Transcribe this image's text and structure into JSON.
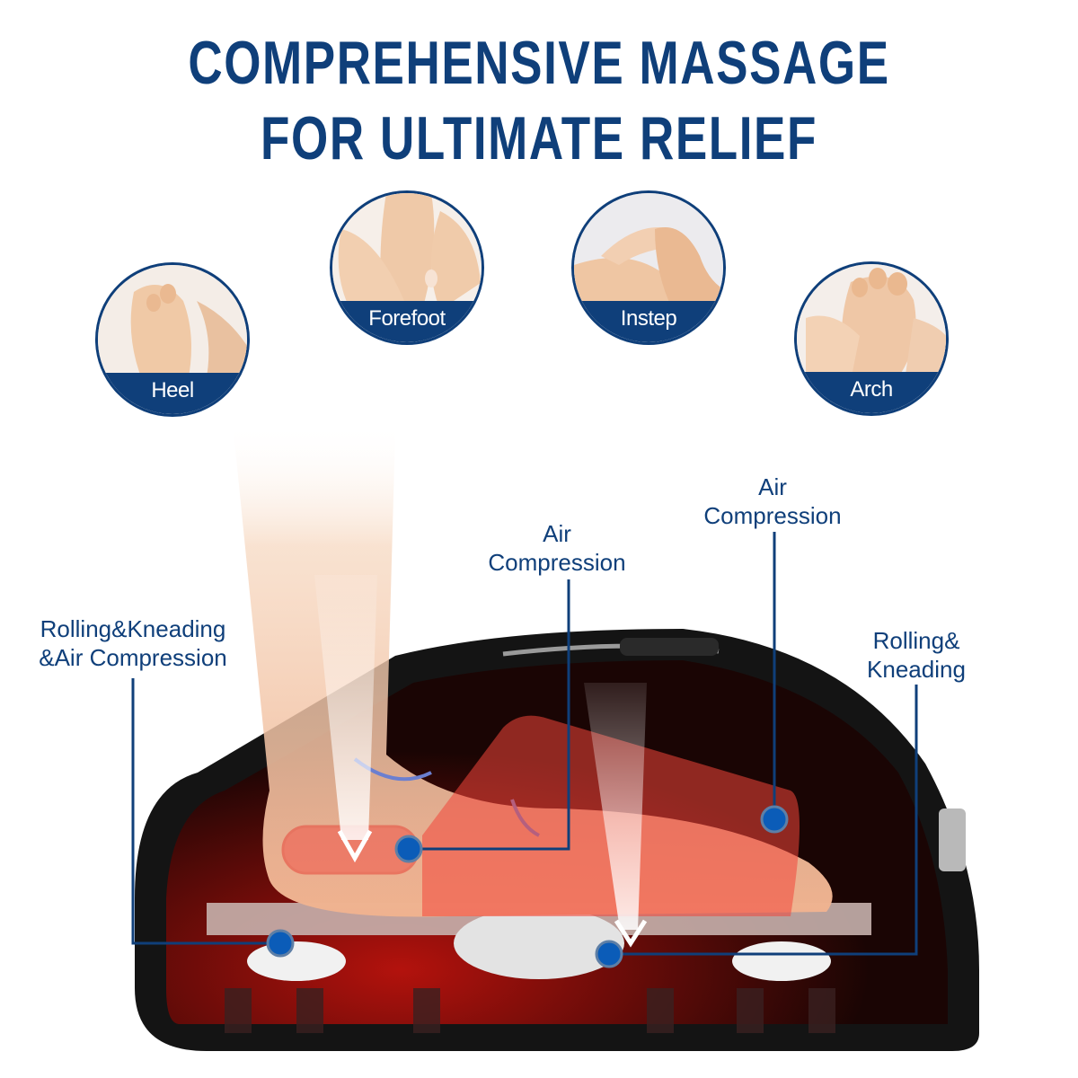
{
  "headline": {
    "line1": "COMPREHENSIVE MASSAGE",
    "line2": "FOR ULTIMATE RELIEF"
  },
  "zones": [
    {
      "label": "Heel",
      "icon": "heel-massage-photo"
    },
    {
      "label": "Forefoot",
      "icon": "forefoot-massage-photo"
    },
    {
      "label": "Instep",
      "icon": "instep-massage-photo"
    },
    {
      "label": "Arch",
      "icon": "arch-massage-photo"
    }
  ],
  "callouts": {
    "left": {
      "line1": "Rolling&Kneading",
      "line2": "&Air Compression"
    },
    "center": {
      "line1": "Air",
      "line2": "Compression"
    },
    "upper_right": {
      "line1": "Air",
      "line2": "Compression"
    },
    "right": {
      "line1": "Rolling&",
      "line2": "Kneading"
    }
  },
  "colors": {
    "brand_blue": "#0f3f7a",
    "dot_blue": "#0b5cb8",
    "heat_red": "#e8453a",
    "device_black": "#141414"
  }
}
